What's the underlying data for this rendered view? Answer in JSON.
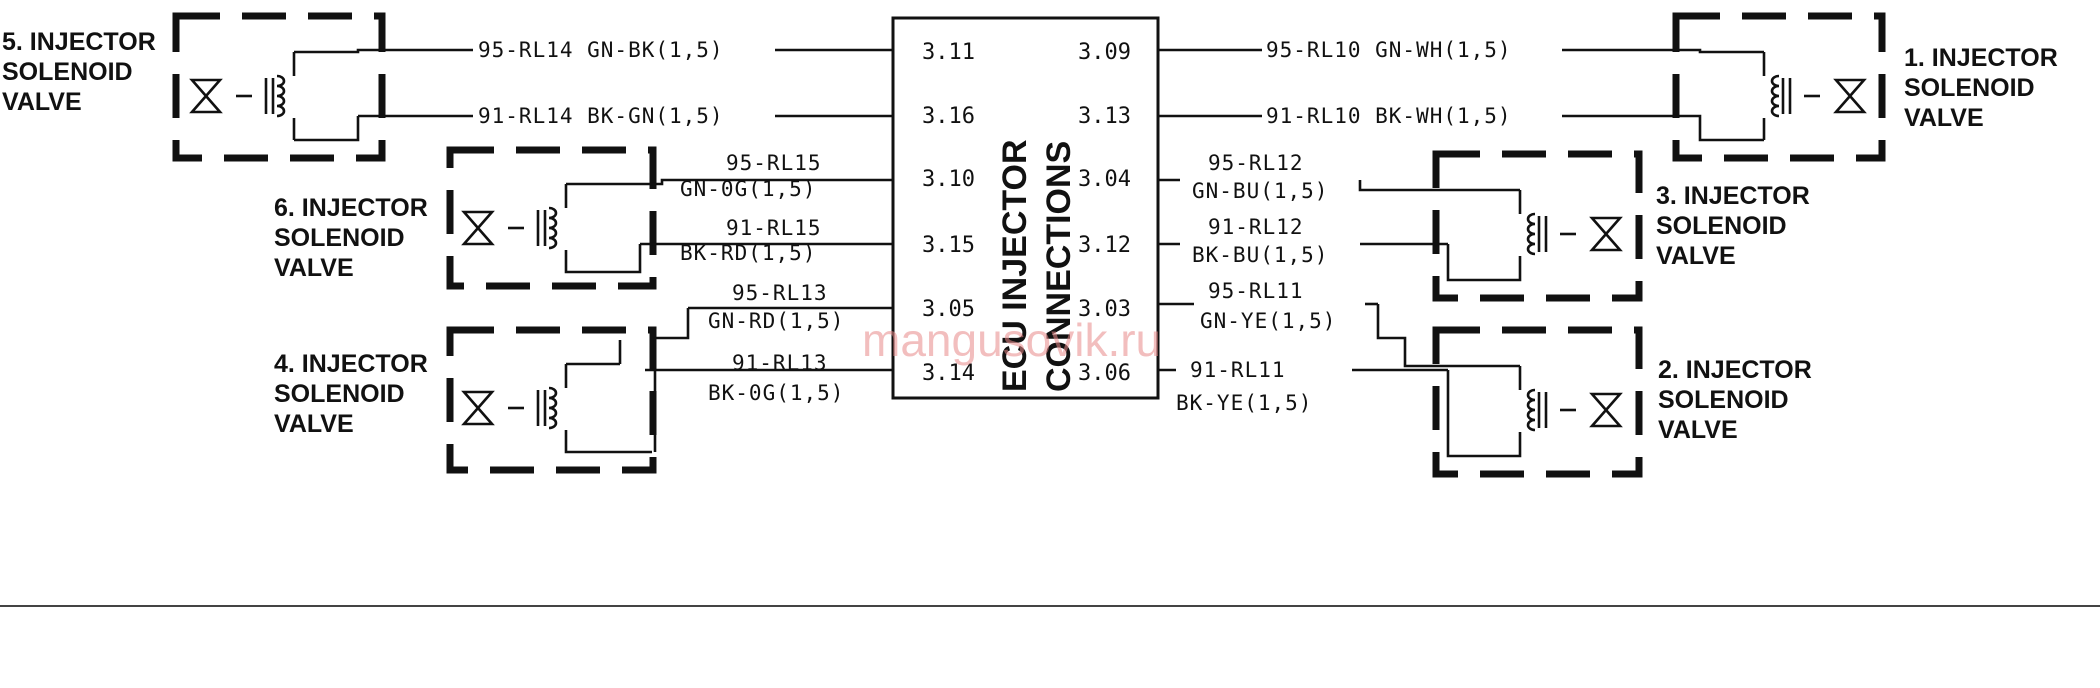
{
  "ecu": {
    "title_line1": "ECU INJECTOR",
    "title_line2": "CONNECTIONS"
  },
  "pins_left": [
    "3.11",
    "3.16",
    "3.10",
    "3.15",
    "3.05",
    "3.14"
  ],
  "pins_right": [
    "3.09",
    "3.13",
    "3.04",
    "3.12",
    "3.03",
    "3.06"
  ],
  "injectors": {
    "inj5": {
      "line1": "5. INJECTOR",
      "line2": "SOLENOID",
      "line3": "VALVE"
    },
    "inj6": {
      "line1": "6. INJECTOR",
      "line2": "SOLENOID",
      "line3": "VALVE"
    },
    "inj4": {
      "line1": "4. INJECTOR",
      "line2": "SOLENOID",
      "line3": "VALVE"
    },
    "inj1": {
      "line1": "1. INJECTOR",
      "line2": "SOLENOID",
      "line3": "VALVE"
    },
    "inj3": {
      "line1": "3. INJECTOR",
      "line2": "SOLENOID",
      "line3": "VALVE"
    },
    "inj2": {
      "line1": "2. INJECTOR",
      "line2": "SOLENOID",
      "line3": "VALVE"
    }
  },
  "wires": {
    "w1": "95-RL14 GN-BK(1,5)",
    "w2": "91-RL14 BK-GN(1,5)",
    "w3a": "95-RL15",
    "w3b": "GN-0G(1,5)",
    "w4a": "91-RL15",
    "w4b": "BK-RD(1,5)",
    "w5a": "95-RL13",
    "w5b": "GN-RD(1,5)",
    "w6a": "91-RL13",
    "w6b": "BK-0G(1,5)",
    "r1": "95-RL10 GN-WH(1,5)",
    "r2": "91-RL10 BK-WH(1,5)",
    "r3a": "95-RL12",
    "r3b": "GN-BU(1,5)",
    "r4a": "91-RL12",
    "r4b": "BK-BU(1,5)",
    "r5a": "95-RL11",
    "r5b": "GN-YE(1,5)",
    "r6a": "91-RL11",
    "r6b": "BK-YE(1,5)"
  },
  "watermark": "mangusovik.ru"
}
